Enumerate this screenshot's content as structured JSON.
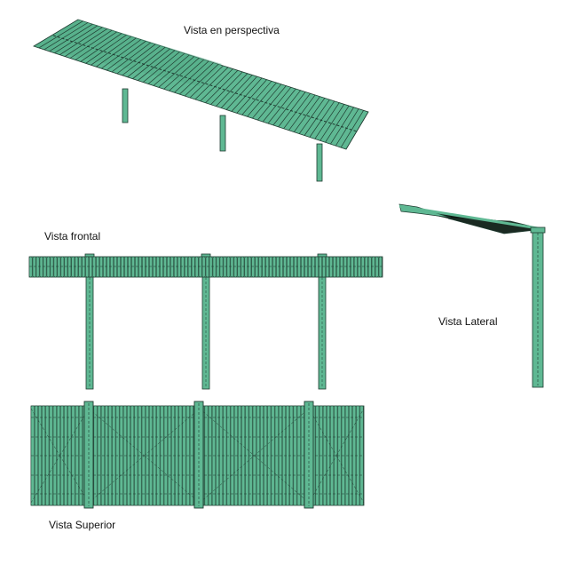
{
  "labels": {
    "perspective": "Vista en  perspectiva",
    "front": "Vista frontal",
    "lateral": "Vista Lateral",
    "top": "Vista Superior"
  },
  "colors": {
    "fill": "#5fb893",
    "fill_dark": "#3f9a76",
    "stroke": "#1f3b30",
    "shadow": "#0e1a14"
  },
  "structure": {
    "slats_top_view": 90,
    "slats_front_view": 100,
    "slats_perspective": 60,
    "columns": 3
  }
}
